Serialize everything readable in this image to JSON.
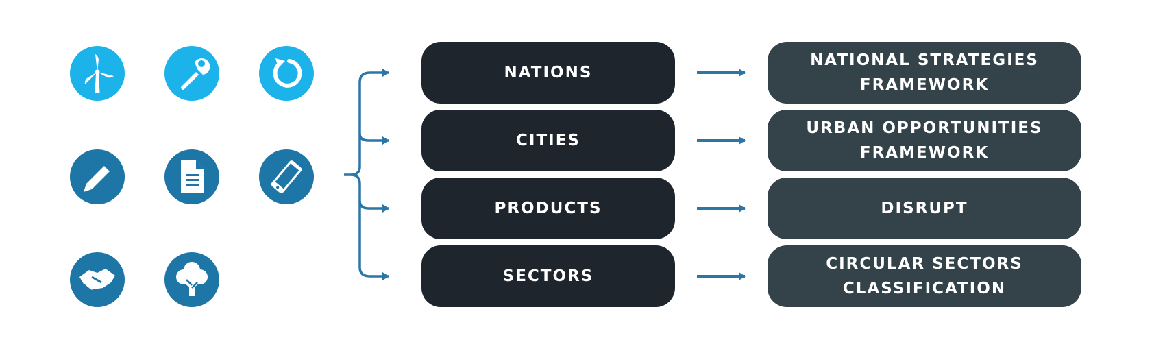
{
  "colors": {
    "icon_light_blue": "#1cb2ea",
    "icon_dark_blue": "#1d76a6",
    "category_box": "#1e252d",
    "framework_box": "#344249",
    "arrow": "#2a76a6"
  },
  "icons": [
    {
      "name": "wind-turbine-icon",
      "row": 0,
      "col": 0,
      "tone": "light"
    },
    {
      "name": "wrench-icon",
      "row": 0,
      "col": 1,
      "tone": "light"
    },
    {
      "name": "refresh-icon",
      "row": 0,
      "col": 2,
      "tone": "light"
    },
    {
      "name": "pencil-icon",
      "row": 1,
      "col": 0,
      "tone": "dark"
    },
    {
      "name": "document-icon",
      "row": 1,
      "col": 1,
      "tone": "dark"
    },
    {
      "name": "mobile-phone-icon",
      "row": 1,
      "col": 2,
      "tone": "dark"
    },
    {
      "name": "handshake-icon",
      "row": 2,
      "col": 0,
      "tone": "dark"
    },
    {
      "name": "tree-icon",
      "row": 2,
      "col": 1,
      "tone": "dark"
    }
  ],
  "categories": [
    {
      "label": "NATIONS",
      "framework": [
        "NATIONAL STRATEGIES",
        "FRAMEWORK"
      ]
    },
    {
      "label": "CITIES",
      "framework": [
        "URBAN OPPORTUNITIES",
        "FRAMEWORK"
      ]
    },
    {
      "label": "PRODUCTS",
      "framework": [
        "DISRUPT"
      ]
    },
    {
      "label": "SECTORS",
      "framework": [
        "CIRCULAR SECTORS",
        "CLASSIFICATION"
      ]
    }
  ]
}
